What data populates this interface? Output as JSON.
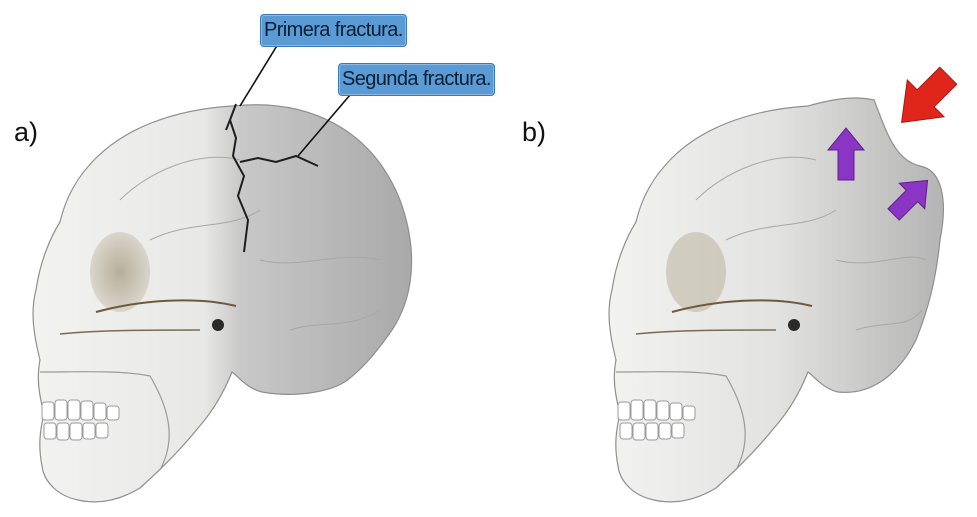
{
  "panels": {
    "a": {
      "label": "a)"
    },
    "b": {
      "label": "b)"
    }
  },
  "callouts": {
    "first": "Primera fractura.",
    "second": "Segunda fractura."
  },
  "colors": {
    "bone_light": "#ececea",
    "bone_shadow": "#b9b9b9",
    "callout_fill": "#5b9bd5",
    "arrow_red": "#e0251b",
    "arrow_purple": "#8a35c4",
    "fracture_line": "#1e1e1e"
  },
  "icons": {
    "red_arrow": "arrow-down-left",
    "purple_arrows": "arrow-up"
  }
}
